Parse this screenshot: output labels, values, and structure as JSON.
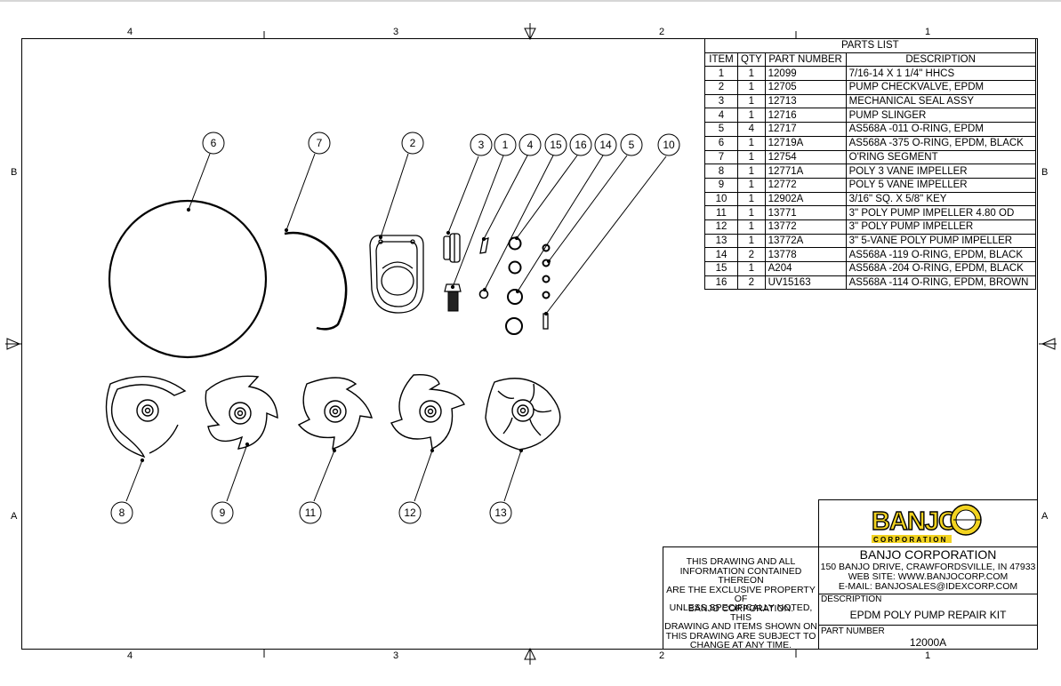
{
  "zones": {
    "columns": [
      "4",
      "3",
      "2",
      "1"
    ],
    "rows": [
      "B",
      "A"
    ]
  },
  "balloons": [
    "6",
    "7",
    "2",
    "3",
    "1",
    "4",
    "15",
    "16",
    "14",
    "5",
    "10",
    "8",
    "9",
    "11",
    "12",
    "13"
  ],
  "parts_list": {
    "title": "PARTS LIST",
    "headers": [
      "ITEM",
      "QTY",
      "PART NUMBER",
      "DESCRIPTION"
    ],
    "rows": [
      [
        "1",
        "1",
        "12099",
        "7/16-14 X 1 1/4\" HHCS"
      ],
      [
        "2",
        "1",
        "12705",
        "PUMP CHECKVALVE, EPDM"
      ],
      [
        "3",
        "1",
        "12713",
        "MECHANICAL SEAL ASSY"
      ],
      [
        "4",
        "1",
        "12716",
        "PUMP SLINGER"
      ],
      [
        "5",
        "4",
        "12717",
        "AS568A -011 O-RING, EPDM"
      ],
      [
        "6",
        "1",
        "12719A",
        "AS568A -375 O-RING, EPDM, BLACK"
      ],
      [
        "7",
        "1",
        "12754",
        "O'RING SEGMENT"
      ],
      [
        "8",
        "1",
        "12771A",
        "POLY 3 VANE IMPELLER"
      ],
      [
        "9",
        "1",
        "12772",
        "POLY 5 VANE IMPELLER"
      ],
      [
        "10",
        "1",
        "12902A",
        "3/16\" SQ. X 5/8\" KEY"
      ],
      [
        "11",
        "1",
        "13771",
        "3\" POLY PUMP IMPELLER 4.80 OD"
      ],
      [
        "12",
        "1",
        "13772",
        "3\" POLY PUMP IMPELLER"
      ],
      [
        "13",
        "1",
        "13772A",
        "3\" 5-VANE POLY PUMP IMPELLER"
      ],
      [
        "14",
        "2",
        "13778",
        "AS568A -119 O-RING, EPDM, BLACK"
      ],
      [
        "15",
        "1",
        "A204",
        "AS568A -204 O-RING, EPDM, BLACK"
      ],
      [
        "16",
        "2",
        "UV15163",
        "AS568A -114 O-RING, EPDM, BROWN"
      ]
    ]
  },
  "title_block": {
    "logo_text": "BANJO",
    "logo_subtext": "CORPORATION",
    "company": "BANJO CORPORATION",
    "address": "150 BANJO DRIVE, CRAWFORDSVILLE, IN 47933",
    "website": "WEB SITE: WWW.BANJOCORP.COM",
    "email": "E-MAIL: BANJOSALES@IDEXCORP.COM",
    "description_label": "DESCRIPTION",
    "description": "EPDM POLY PUMP REPAIR KIT",
    "part_number_label": "PART NUMBER",
    "part_number": "12000A",
    "notice_lines": [
      "THIS DRAWING AND ALL",
      "INFORMATION CONTAINED THEREON",
      "ARE THE EXCLUSIVE PROPERTY OF",
      "BANJO CORPORATION."
    ],
    "notice2_lines": [
      "UNLESS SPECIFICALLY NOTED, THIS",
      "DRAWING AND ITEMS SHOWN ON",
      "THIS DRAWING ARE SUBJECT TO",
      "CHANGE AT ANY TIME."
    ]
  },
  "colors": {
    "logo_yellow": "#f2d320",
    "logo_outline": "#000000"
  }
}
